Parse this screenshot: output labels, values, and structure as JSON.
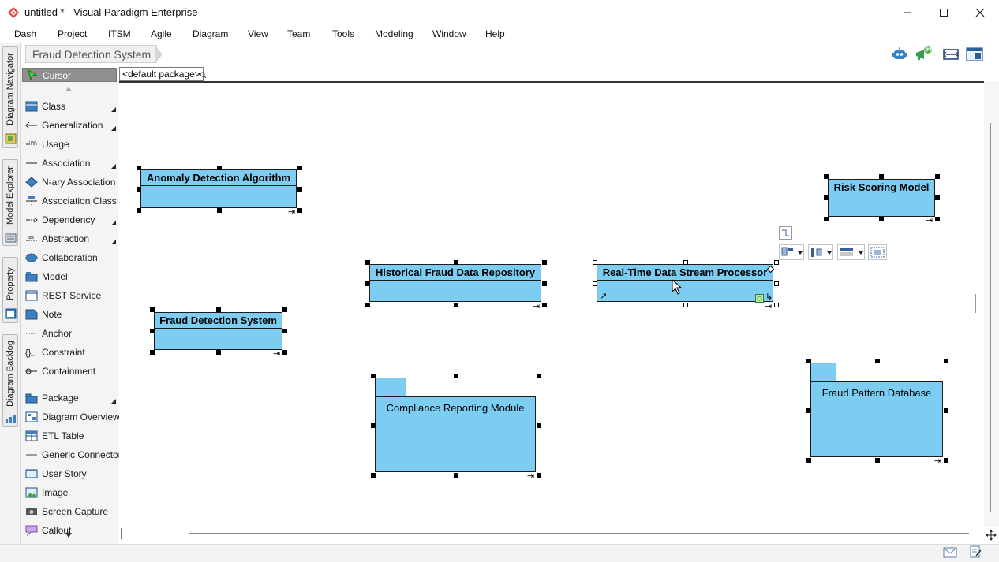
{
  "window": {
    "title": "untitled * - Visual Paradigm Enterprise",
    "minimize_label": "—",
    "maximize_label": "☐",
    "close_label": "✕"
  },
  "menu": [
    "Dash",
    "Project",
    "ITSM",
    "Agile",
    "Diagram",
    "View",
    "Team",
    "Tools",
    "Modeling",
    "Window",
    "Help"
  ],
  "side_tabs": [
    "Diagram Navigator",
    "Model Explorer",
    "Property",
    "Diagram Backlog"
  ],
  "breadcrumb": "Fraud Detection System",
  "toolbar_icons": [
    "robot-icon",
    "announcement-icon",
    "fit-diagram-icon",
    "layout-panel-icon"
  ],
  "notification_badge": "9+",
  "palette": {
    "cursor_label": "Cursor",
    "items": [
      {
        "label": "Class",
        "icon": "class-icon",
        "more": true
      },
      {
        "label": "Generalization",
        "icon": "generalization-icon",
        "more": true
      },
      {
        "label": "Usage",
        "icon": "usage-icon",
        "more": false
      },
      {
        "label": "Association",
        "icon": "association-icon",
        "more": true
      },
      {
        "label": "N-ary Association",
        "icon": "nary-association-icon",
        "more": false
      },
      {
        "label": "Association Class",
        "icon": "association-class-icon",
        "more": false
      },
      {
        "label": "Dependency",
        "icon": "dependency-icon",
        "more": true
      },
      {
        "label": "Abstraction",
        "icon": "abstraction-icon",
        "more": true
      },
      {
        "label": "Collaboration",
        "icon": "collaboration-icon",
        "more": false
      },
      {
        "label": "Model",
        "icon": "model-icon",
        "more": false
      },
      {
        "label": "REST Service",
        "icon": "rest-service-icon",
        "more": false
      },
      {
        "label": "Note",
        "icon": "note-icon",
        "more": false
      },
      {
        "label": "Anchor",
        "icon": "anchor-icon",
        "more": false
      },
      {
        "label": "Constraint",
        "icon": "constraint-icon",
        "more": false
      },
      {
        "label": "Containment",
        "icon": "containment-icon",
        "more": false
      },
      {
        "label": "Package",
        "icon": "package-icon",
        "more": true
      },
      {
        "label": "Diagram Overview",
        "icon": "diagram-overview-icon",
        "more": false
      },
      {
        "label": "ETL Table",
        "icon": "etl-table-icon",
        "more": false
      },
      {
        "label": "Generic Connector",
        "icon": "generic-connector-icon",
        "more": false
      },
      {
        "label": "User Story",
        "icon": "user-story-icon",
        "more": false
      },
      {
        "label": "Image",
        "icon": "image-icon",
        "more": false
      },
      {
        "label": "Screen Capture",
        "icon": "screen-capture-icon",
        "more": false
      },
      {
        "label": "Callout",
        "icon": "callout-icon",
        "more": false
      }
    ]
  },
  "package_tag": "<default package>",
  "diagram": {
    "classes": [
      {
        "name": "Anomaly Detection Algorithm"
      },
      {
        "name": "Risk Scoring Model"
      },
      {
        "name": "Historical Fraud Data Repository"
      },
      {
        "name": "Real-Time Data Stream Processor"
      },
      {
        "name": "Fraud Detection System"
      }
    ],
    "packages": [
      {
        "name": "Compliance Reporting Module"
      },
      {
        "name": "Fraud Pattern Database"
      }
    ]
  },
  "colors": {
    "shape_fill": "#7dcdf2",
    "shape_border": "#1c1c1c",
    "brand_red": "#e04141"
  }
}
